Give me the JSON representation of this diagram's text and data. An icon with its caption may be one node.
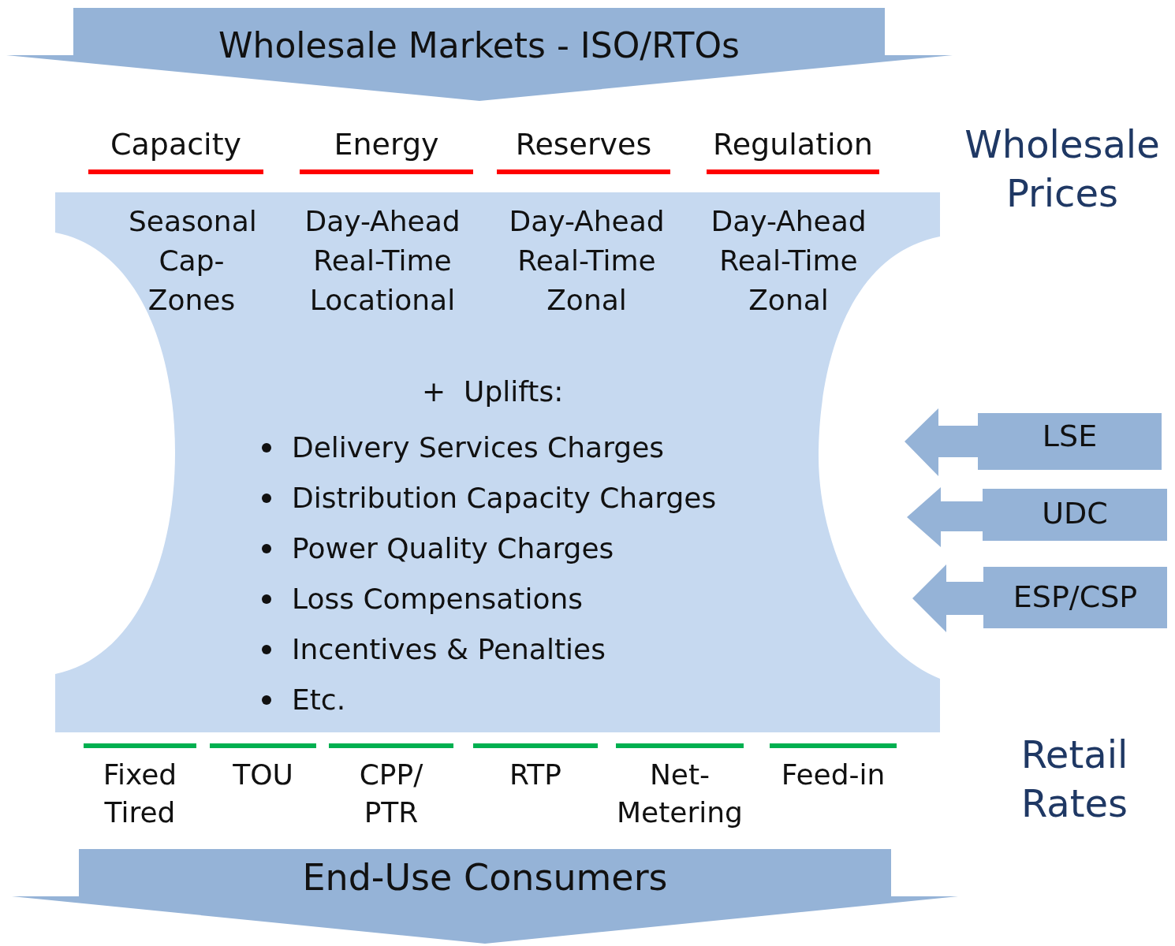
{
  "diagram": {
    "nodes": [
      {
        "text": [
          "Wholesale Markets - ISO/RTOs"
        ]
      },
      {
        "text": [
          "Seasonal Cap- Zones",
          "Day-Ahead Real-Time Locational",
          "Day-Ahead Real-Time Zonal",
          "Day-Ahead Real-Time Zonal",
          "+  Uplifts:",
          "Delivery Services Charges",
          "Distribution Capacity Charges",
          "Power Quality Charges",
          "Loss Compensations",
          "Incentives & Penalties",
          "Etc."
        ]
      },
      {
        "text": [
          "LSE"
        ]
      },
      {
        "text": [
          "UDC"
        ]
      },
      {
        "text": [
          "ESP/CSP"
        ]
      },
      {
        "text": [
          "End-Use Consumers"
        ]
      }
    ],
    "labels": [
      "Capacity",
      "Energy",
      "Reserves",
      "Regulation",
      "Wholesale Prices",
      "Fixed Tired",
      "TOU",
      "CPP/ PTR",
      "RTP",
      "Net- Metering",
      "Feed-in",
      "Retail Rates"
    ]
  }
}
